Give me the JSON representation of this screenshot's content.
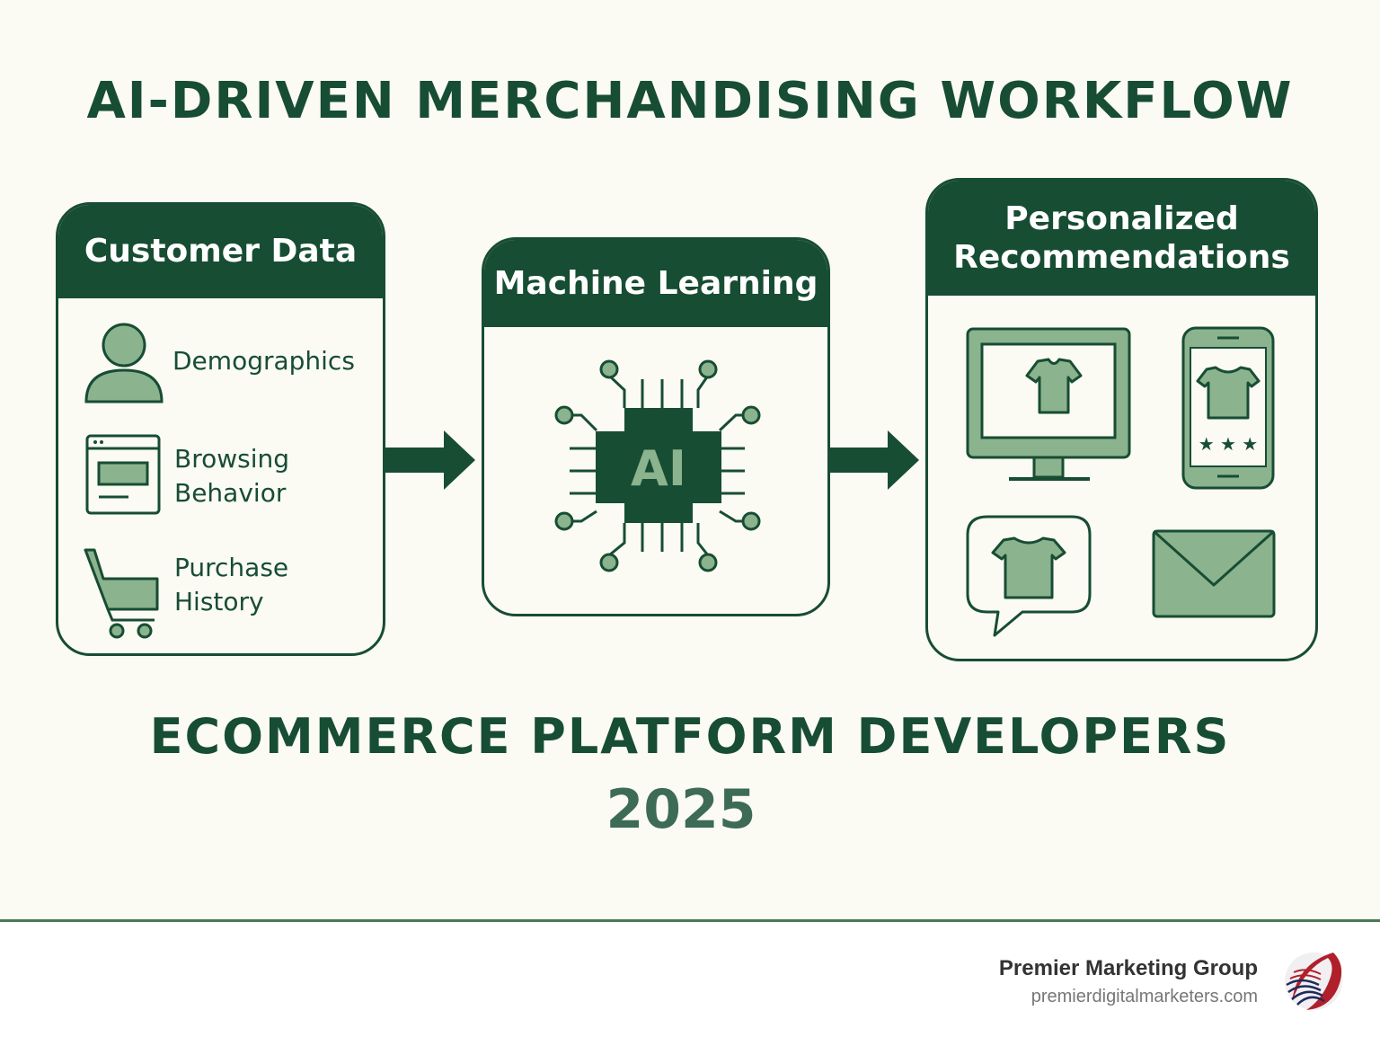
{
  "title": "AI-DRIVEN MERCHANDISING WORKFLOW",
  "cards": {
    "customer_data": {
      "header": "Customer Data",
      "items": [
        {
          "line1": "Demographics",
          "line2": "",
          "icon": "person-icon"
        },
        {
          "line1": "Browsing",
          "line2": "Behavior",
          "icon": "browser-window-icon"
        },
        {
          "line1": "Purchase",
          "line2": "History",
          "icon": "shopping-cart-icon"
        }
      ]
    },
    "machine_learning": {
      "header": "Machine Learning",
      "chip_label": "AI",
      "icon": "ai-chip-icon"
    },
    "recommendations": {
      "header_line1": "Personalized",
      "header_line2": "Recommendations",
      "icons": [
        "desktop-monitor-tshirt-icon",
        "smartphone-tshirt-rating-icon",
        "chat-bubble-tshirt-icon",
        "email-envelope-icon"
      ]
    }
  },
  "subtitle": "ECOMMERCE PLATFORM DEVELOPERS",
  "year": "2025",
  "footer": {
    "brand_name": "Premier Marketing Group",
    "brand_url": "premierdigitalmarketers.com"
  },
  "colors": {
    "dark_green": "#174d33",
    "mid_green": "#8bb38e",
    "background": "#fbfaf3",
    "logo_red": "#b0202a",
    "logo_navy": "#1f2a5a"
  }
}
